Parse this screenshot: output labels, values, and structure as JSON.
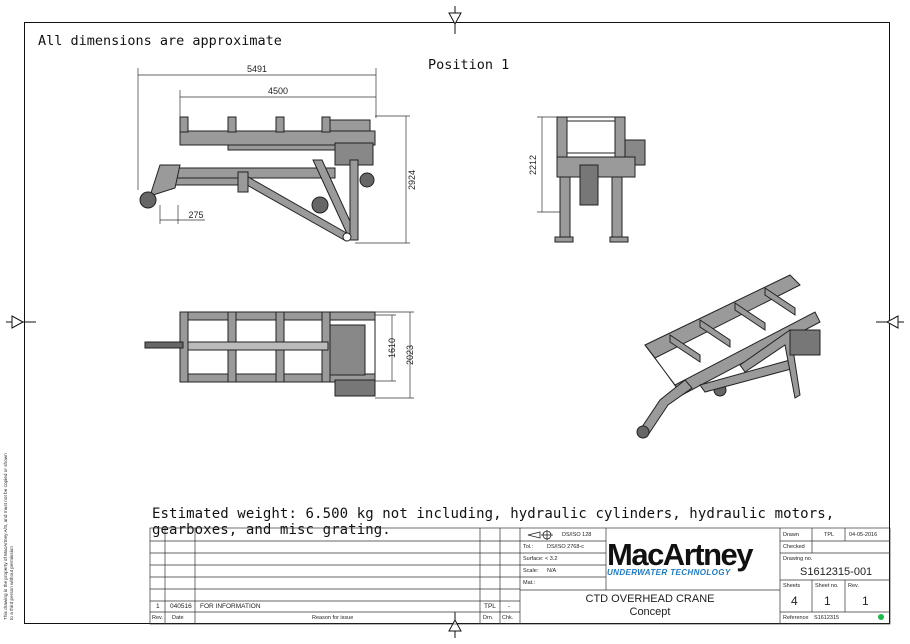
{
  "drawing": {
    "note": "All dimensions are approximate",
    "position_label": "Position 1",
    "weight_note": "Estimated weight: 6.500 kg not including, hydraulic cylinders, hydraulic motors, gearboxes, and misc grating.",
    "copyright": "This drawing is the property of MacArtney A/S, and must not be copied or shown to a third person without permission",
    "dimensions": {
      "side_total": "5491",
      "side_inner": "4500",
      "side_height": "2924",
      "side_small": "275",
      "front_height": "2212",
      "top_inner": "1610",
      "top_outer": "2023"
    }
  },
  "title_block": {
    "revision": {
      "rev": "1",
      "date": "040516",
      "reason": "FOR INFORMATION",
      "drn": "TPL",
      "chk": "-"
    },
    "revision_headers": {
      "rev": "Rev.",
      "date": "Date",
      "reason": "Reason for issue",
      "drn": "Drn.",
      "chk": "Chk."
    },
    "standard": "DS/ISO 128",
    "tol_label": "Tol.:",
    "tol_value": "DS/ISO 2768-c",
    "surface": "Surface: < 3.2",
    "scale_label": "Scale:",
    "scale_value": "N/A",
    "mat_label": "Mat.:",
    "company": "MacArtney",
    "company_sub": "UNDERWATER TECHNOLOGY",
    "title": "CTD OVERHEAD CRANE",
    "subtitle": "Concept",
    "drawn_label": "Drawn",
    "drawn_by": "TPL",
    "drawn_date": "04-05-2016",
    "checked_label": "Checked",
    "drawing_no_label": "Drawing no.",
    "drawing_no": "S1612315-001",
    "sheets_label": "Sheets",
    "sheets": "4",
    "sheet_no_label": "Sheet no.",
    "sheet_no": "1",
    "rev_label": "Rev.",
    "rev": "1",
    "reference_label": "Reference",
    "reference": "S1612315"
  }
}
